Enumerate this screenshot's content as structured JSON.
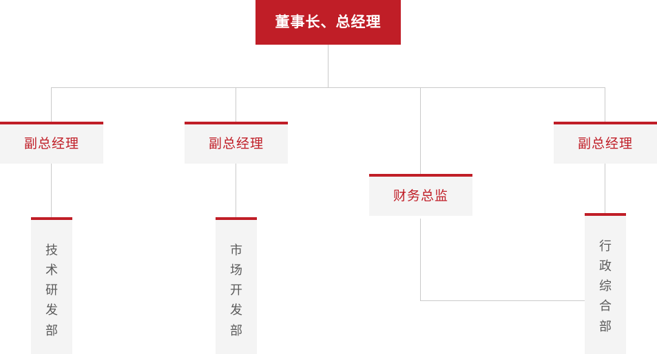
{
  "chart": {
    "type": "org-chart",
    "title": "",
    "accent_color": "#c01e27",
    "box_fill": "#f4f4f4",
    "line_color": "#c9c9c9",
    "root": {
      "id": "chairman-gm",
      "label": "董事长、总经理",
      "style": "solid-red",
      "text_color": "#ffffff"
    },
    "tier2": [
      {
        "id": "deputy-gm-1",
        "label": "副总经理",
        "text_color": "#c01e27"
      },
      {
        "id": "deputy-gm-2",
        "label": "副总经理",
        "text_color": "#c01e27"
      },
      {
        "id": "cfo",
        "label": "财务总监",
        "text_color": "#c01e27"
      },
      {
        "id": "deputy-gm-3",
        "label": "副总经理",
        "text_color": "#c01e27"
      }
    ],
    "tier3": [
      {
        "id": "dept-tech-rd",
        "label": "技术研发部",
        "text_color": "#5b5b5b",
        "parent": "deputy-gm-1"
      },
      {
        "id": "dept-market-dev",
        "label": "市场开发部",
        "text_color": "#5b5b5b",
        "parent": "deputy-gm-2"
      },
      {
        "id": "dept-admin",
        "label": "行政综合部",
        "text_color": "#5b5b5b",
        "parent": "deputy-gm-3"
      }
    ]
  }
}
